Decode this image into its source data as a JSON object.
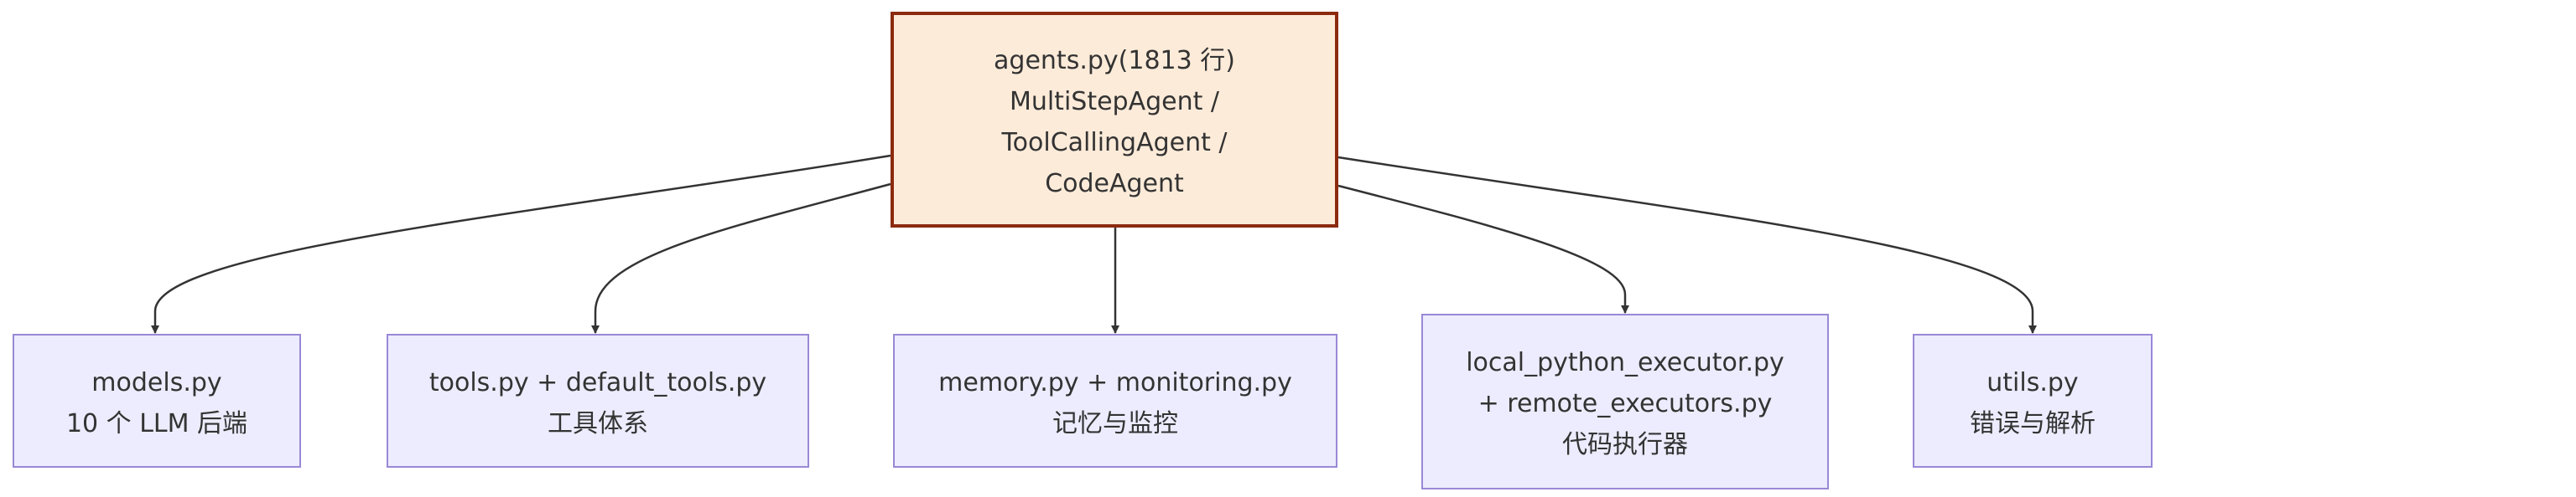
{
  "diagram": {
    "root": {
      "lines": [
        "agents.py(1813 行)",
        "MultiStepAgent /",
        "ToolCallingAgent /",
        "CodeAgent"
      ],
      "fill": "#fdebd9",
      "stroke": "#8b2a0f"
    },
    "children": [
      {
        "id": "models",
        "lines": [
          "models.py",
          "10 个 LLM 后端"
        ]
      },
      {
        "id": "tools",
        "lines": [
          "tools.py + default_tools.py",
          "工具体系"
        ]
      },
      {
        "id": "memory",
        "lines": [
          "memory.py + monitoring.py",
          "记忆与监控"
        ]
      },
      {
        "id": "executors",
        "lines": [
          "local_python_executor.py",
          "+ remote_executors.py",
          "代码执行器"
        ]
      },
      {
        "id": "utils",
        "lines": [
          "utils.py",
          "错误与解析"
        ]
      }
    ],
    "child_fill": "#ececfe",
    "child_stroke": "#9a88d6",
    "edge_color": "#333333"
  }
}
